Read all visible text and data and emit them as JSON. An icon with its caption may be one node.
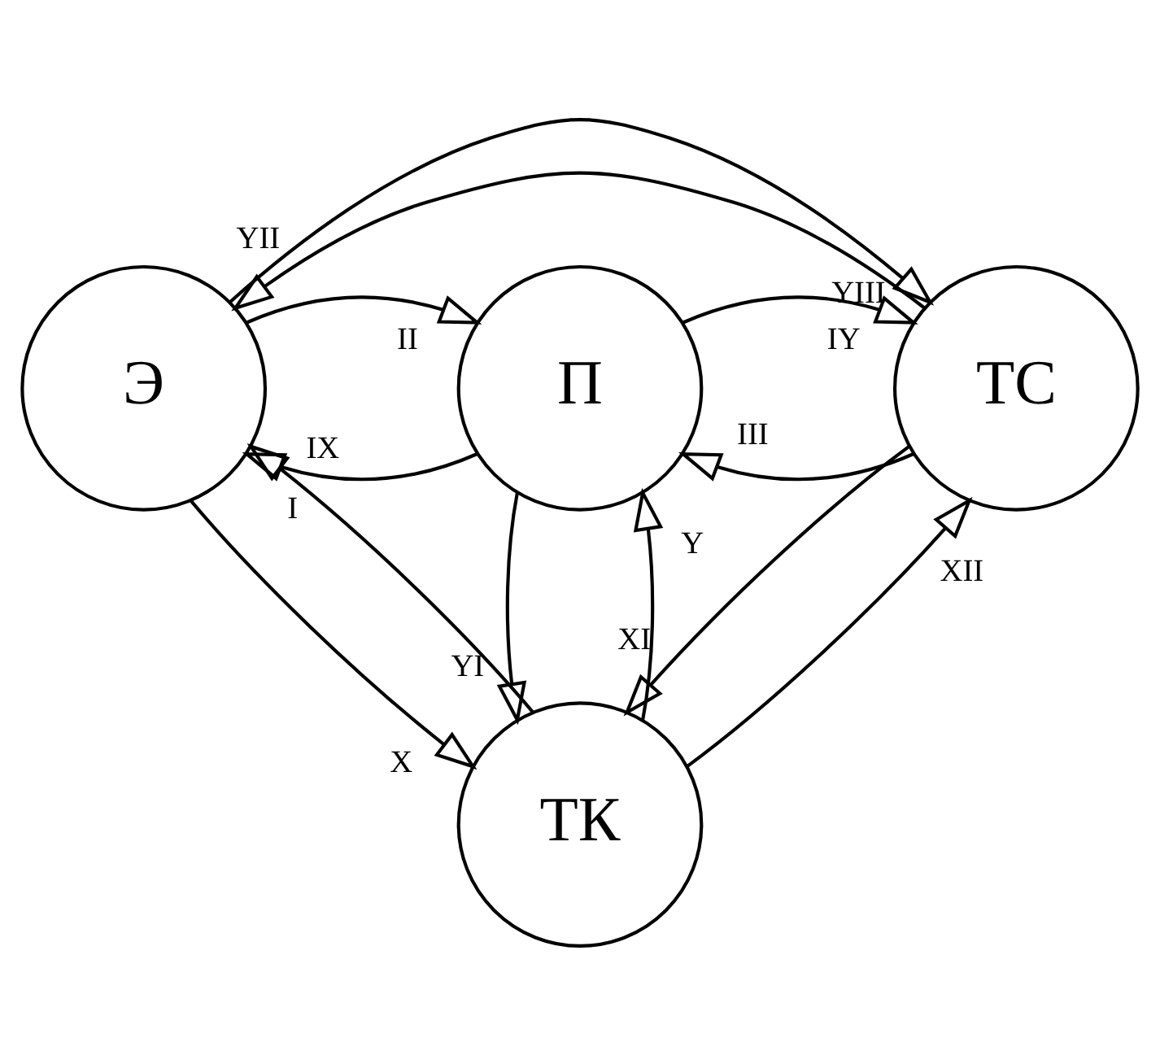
{
  "diagram": {
    "nodes": [
      {
        "text": [
          "Э"
        ]
      },
      {
        "text": [
          "П"
        ]
      },
      {
        "text": [
          "ТС"
        ]
      },
      {
        "text": [
          "ТК"
        ]
      }
    ],
    "edges": [
      {
        "from": 1,
        "to": 0,
        "arrow": "to",
        "label": "I"
      },
      {
        "from": 0,
        "to": 1,
        "arrow": "to",
        "label": "II"
      },
      {
        "from": 2,
        "to": 1,
        "arrow": "to",
        "label": "III"
      },
      {
        "from": 1,
        "to": 2,
        "arrow": "to",
        "label": "IY"
      },
      {
        "from": 3,
        "to": 1,
        "arrow": "to",
        "label": "Y"
      },
      {
        "from": 1,
        "to": 3,
        "arrow": "to",
        "label": "YI"
      },
      {
        "from": 2,
        "to": 0,
        "arrow": "to",
        "label": "YII"
      },
      {
        "from": 0,
        "to": 2,
        "arrow": "to",
        "label": "YIII"
      },
      {
        "from": 3,
        "to": 0,
        "arrow": "to",
        "label": "IX"
      },
      {
        "from": 0,
        "to": 3,
        "arrow": "to",
        "label": "X"
      },
      {
        "from": 2,
        "to": 3,
        "arrow": "to",
        "label": "XI"
      },
      {
        "from": 3,
        "to": 2,
        "arrow": "to",
        "label": "XII"
      }
    ]
  }
}
